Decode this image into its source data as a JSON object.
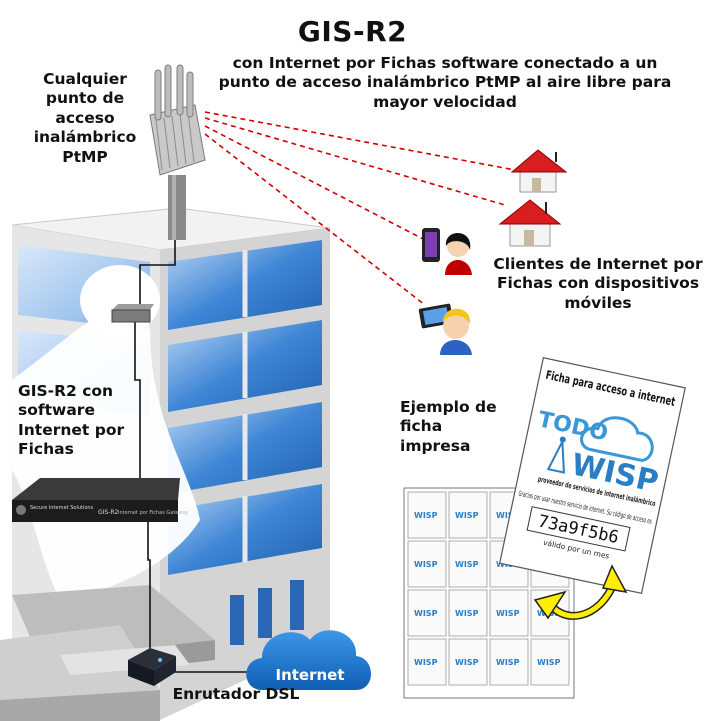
{
  "title": "GIS-R2",
  "subtitle": "con Internet por Fichas software conectado a un punto de acceso inalámbrico PtMP al aire libre para mayor velocidad",
  "ap_label": "Cualquier punto de acceso inalámbrico PtMP",
  "clients_label": "Clientes de Internet por Fichas con dispositivos móviles",
  "gis_label": "GIS-R2 con software Internet por Fichas",
  "example_label": "Ejemplo de ficha impresa",
  "router_label": "Enrutador DSL",
  "internet_label": "Internet",
  "device_brand": "Secure Internet Solutions",
  "device_model": "GIS-R2",
  "device_tagline": "Internet por Fichas Gateway",
  "ticket": {
    "heading": "Ficha para acceso a internet",
    "brand_top": "TODO",
    "brand_bottom": "WISP",
    "brand_sub": "proveedor de servicios de internet inalámbrico",
    "body": "Gracias por usar nuestro servicio de internet. Su código de acceso es",
    "code": "73a9f5b6",
    "validity": "válido por un mes"
  },
  "colors": {
    "cloud_blue": "#1a73c9",
    "signal_red": "#d00000",
    "arrow_yellow": "#ffee00",
    "glass_blue": "#3f86d6"
  }
}
